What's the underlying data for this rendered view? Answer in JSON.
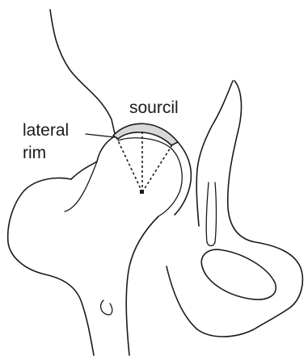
{
  "labels": {
    "sourcil": "sourcil",
    "lateral_rim_line1": "lateral",
    "lateral_rim_line2": "rim"
  },
  "colors": {
    "ink": "#1a1a1a",
    "sourcil_fill": "#d8d8d8",
    "background": "#ffffff"
  }
}
